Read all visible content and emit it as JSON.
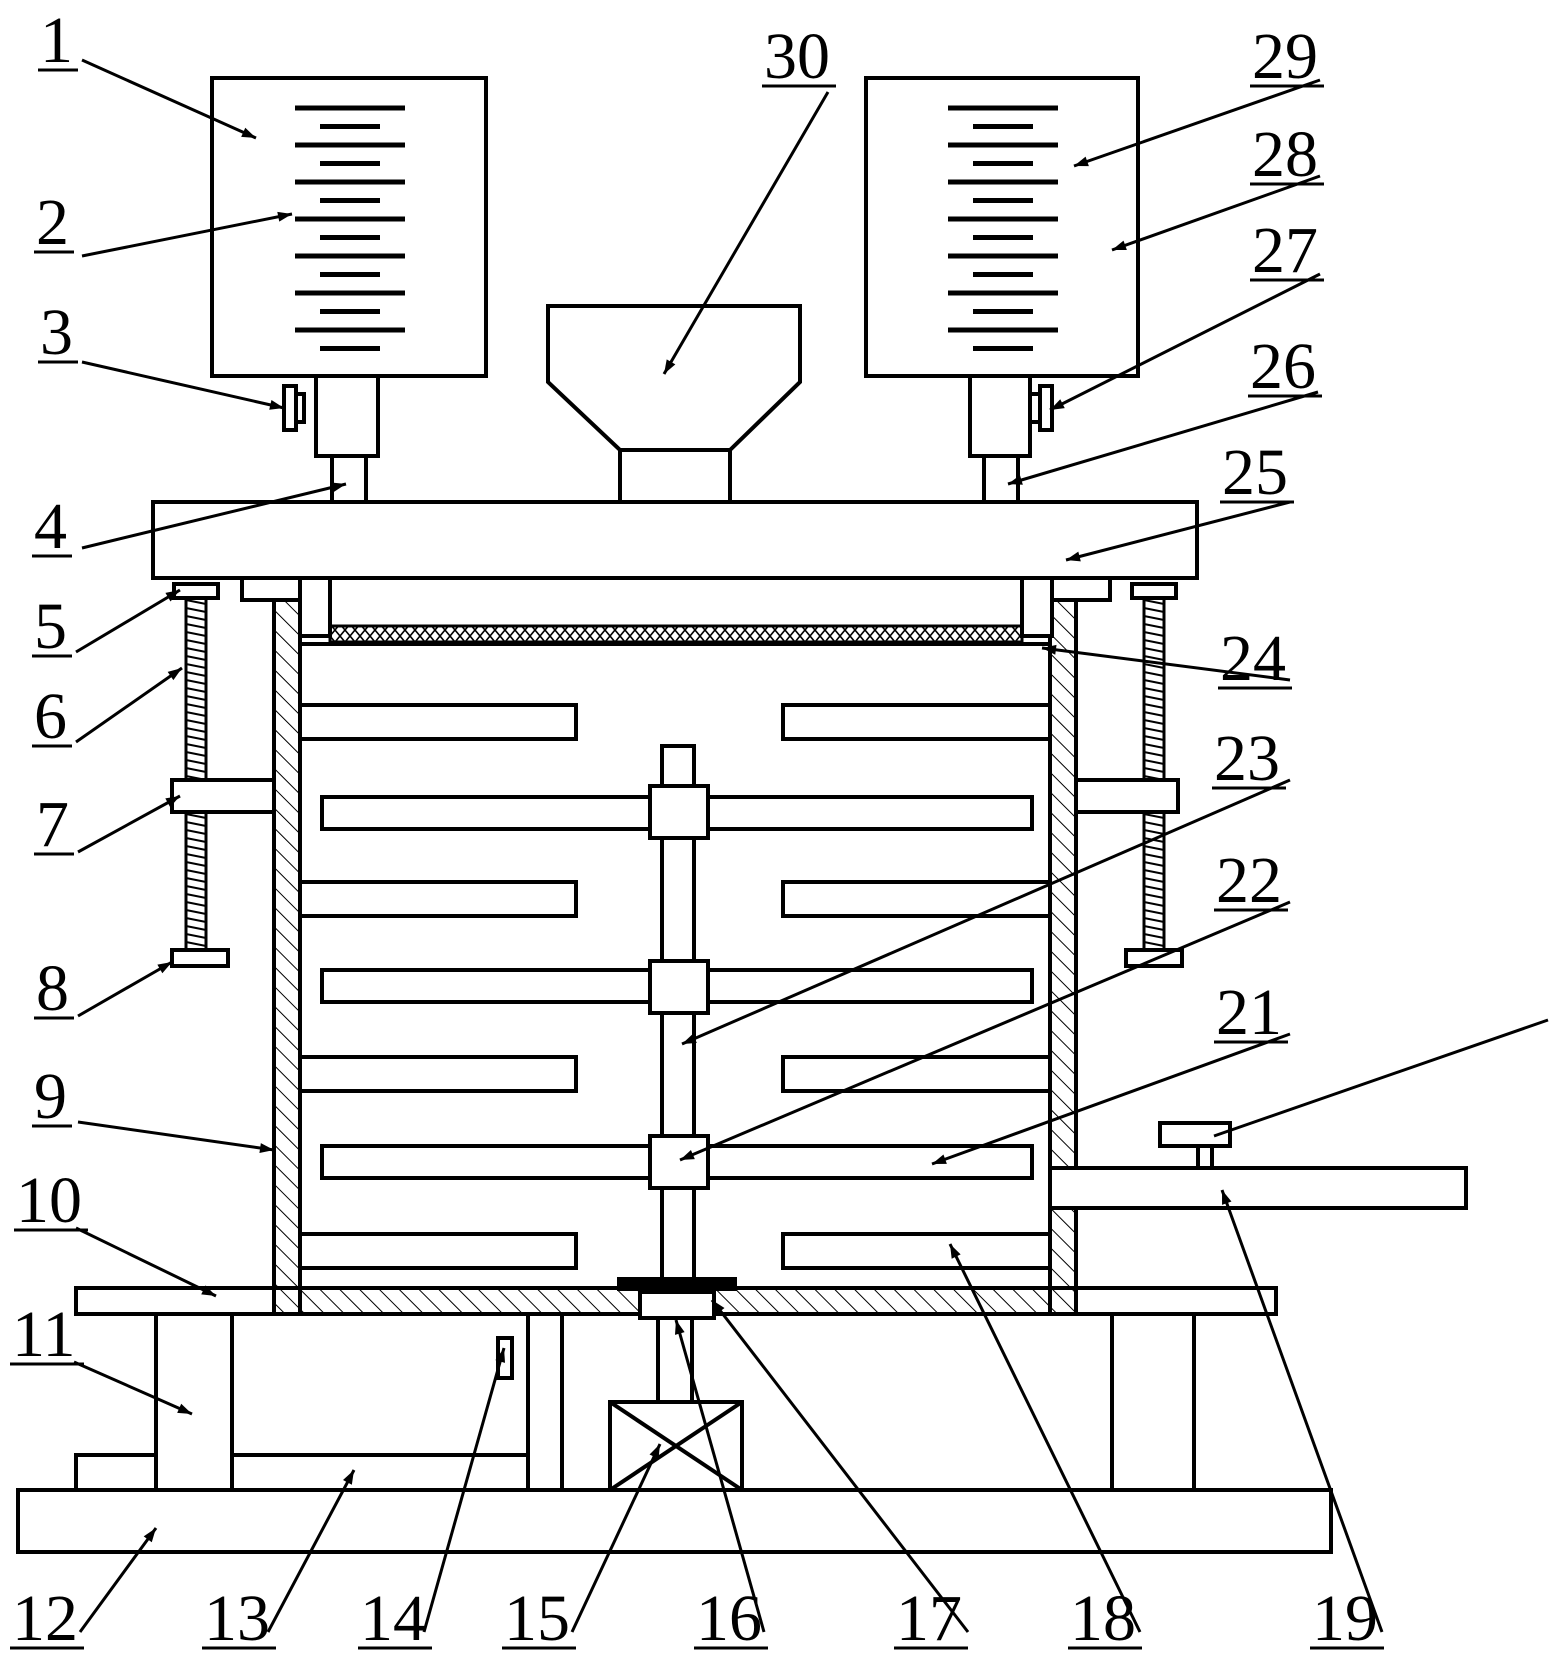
{
  "labels": [
    "1",
    "2",
    "3",
    "4",
    "5",
    "6",
    "7",
    "8",
    "9",
    "10",
    "11",
    "12",
    "13",
    "14",
    "15",
    "16",
    "17",
    "18",
    "19",
    "21",
    "22",
    "23",
    "24",
    "25",
    "26",
    "27",
    "28",
    "29",
    "30"
  ]
}
